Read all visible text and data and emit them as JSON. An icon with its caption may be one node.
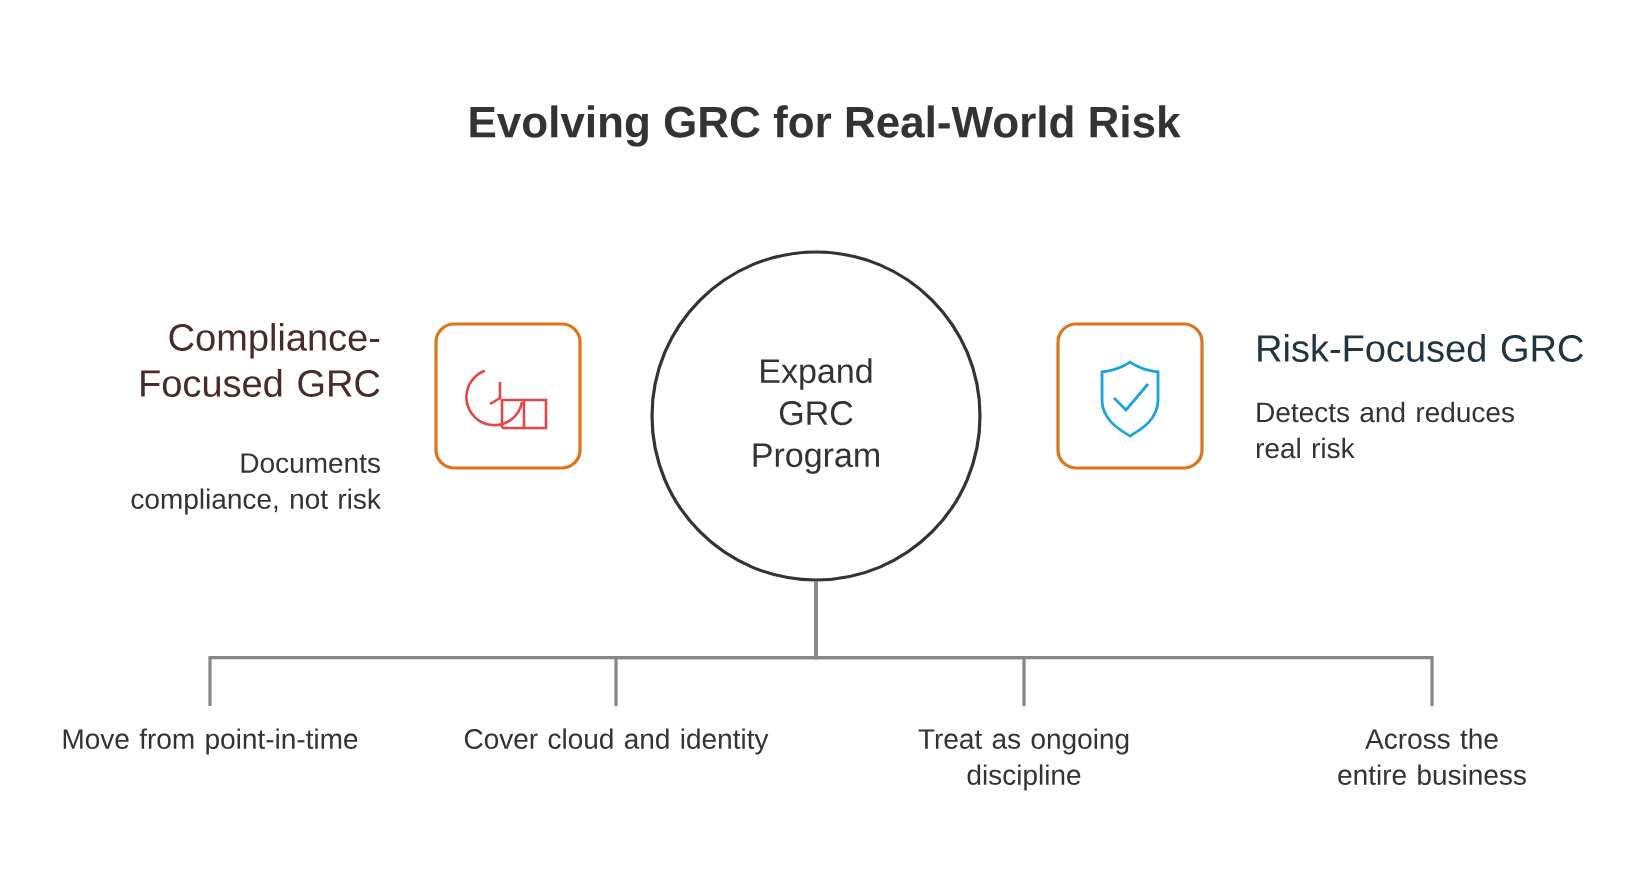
{
  "diagram": {
    "title": "Evolving GRC for Real-World Risk",
    "nodes": [
      {
        "text": [
          "Expand GRC Program"
        ]
      },
      {
        "text": [],
        "shape": "box",
        "beside": [
          "Compliance-Focused GRC",
          "Documents compliance, not risk"
        ]
      },
      {
        "text": [],
        "shape": "box",
        "beside": [
          "Risk-Focused GRC",
          "Detects and reduces real risk"
        ]
      },
      {
        "text": [
          "Move from point-in-time"
        ]
      },
      {
        "text": [
          "Cover cloud and identity"
        ]
      },
      {
        "text": [
          "Treat as ongoing discipline"
        ]
      },
      {
        "text": [
          "Across the entire business"
        ]
      }
    ],
    "edges": [
      {
        "from": 0,
        "to": 3,
        "arrow": "none"
      },
      {
        "from": 0,
        "to": 4,
        "arrow": "none"
      },
      {
        "from": 0,
        "to": 5,
        "arrow": "none"
      },
      {
        "from": 0,
        "to": 6,
        "arrow": "none"
      }
    ]
  }
}
